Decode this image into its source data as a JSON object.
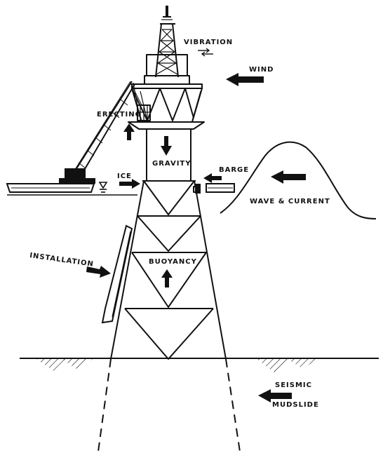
{
  "labels": {
    "vibration": "VIBRATION",
    "wind": "WIND",
    "erecting": "ERECTING",
    "gravity": "GRAVITY",
    "barge": "BARGE",
    "ice": "ICE",
    "wave_current": "WAVE & CURRENT",
    "installation": "INSTALLATION",
    "buoyancy": "BUOYANCY",
    "seismic": "SEISMIC",
    "mudslide": "MUDSLIDE"
  },
  "colors": {
    "ink": "#111111",
    "paper": "#ffffff"
  },
  "icons": [
    "derrick-icon",
    "crane-barge-icon",
    "arrow-icon",
    "water-level-icon",
    "ground-hatch-icon"
  ]
}
